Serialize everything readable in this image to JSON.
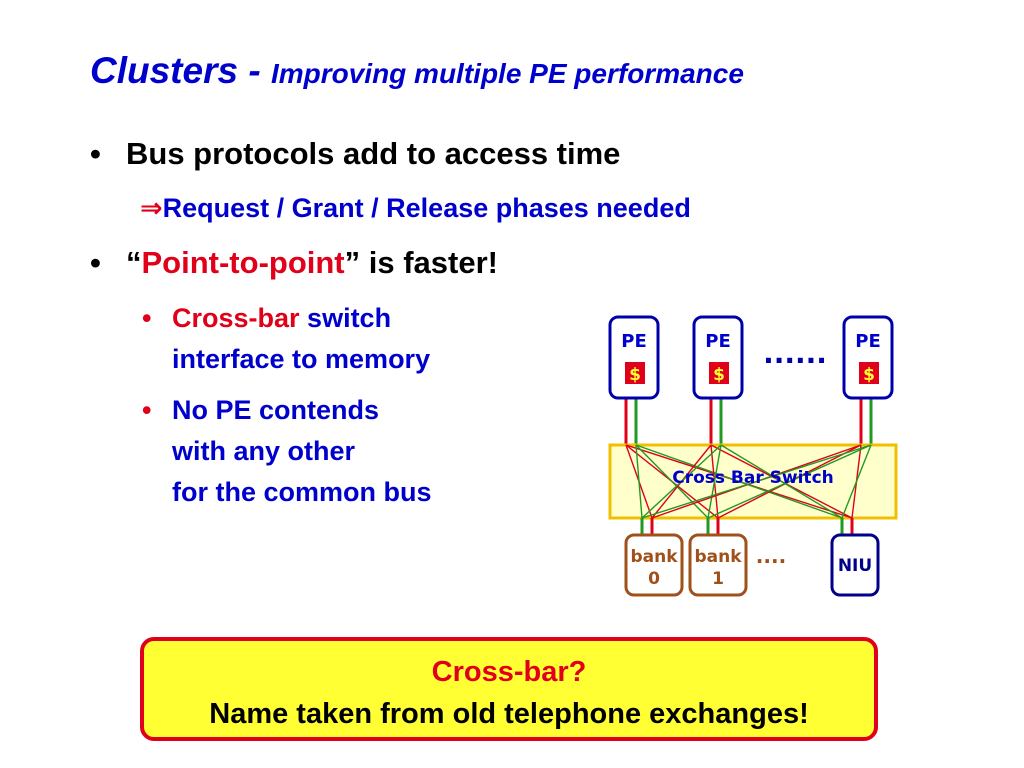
{
  "title": {
    "main": "Clusters - ",
    "sub": "Improving multiple PE performance"
  },
  "bullets": {
    "b1": "Bus protocols add to access time",
    "b1_sub_arrow": "⇒",
    "b1_sub": "Request / Grant / Release  phases needed",
    "b2_open": "“",
    "b2_highlight": "Point-to-point",
    "b2_close": "” is faster!",
    "b2_items": [
      {
        "red": "Cross-bar",
        "rest": " switch",
        "line2": "interface to memory"
      },
      {
        "line1": "No PE contends",
        "line2": "with any other",
        "line3": "for the common bus"
      }
    ]
  },
  "diagram": {
    "pe_label": "PE",
    "cache_label": "$",
    "pe_ellipsis": "......",
    "switch_label": "Cross Bar Switch",
    "banks": [
      {
        "l1": "bank",
        "l2": "0"
      },
      {
        "l1": "bank",
        "l2": "1"
      }
    ],
    "bank_ellipsis": "....",
    "niu_label": "NIU",
    "colors": {
      "pe_border": "#0000aa",
      "cache_bg": "#e0001a",
      "switch_bg": "#ffffcc",
      "switch_border": "#f0c000",
      "bank": "#a0501a",
      "niu": "#000088",
      "red_line": "#e0001a",
      "green_line": "#229922"
    }
  },
  "callout": {
    "line1": "Cross-bar?",
    "line2": "Name taken from old telephone exchanges!"
  },
  "colors": {
    "accent_blue": "#0000cc",
    "accent_red": "#e0001a",
    "callout_bg": "#ffff33"
  }
}
